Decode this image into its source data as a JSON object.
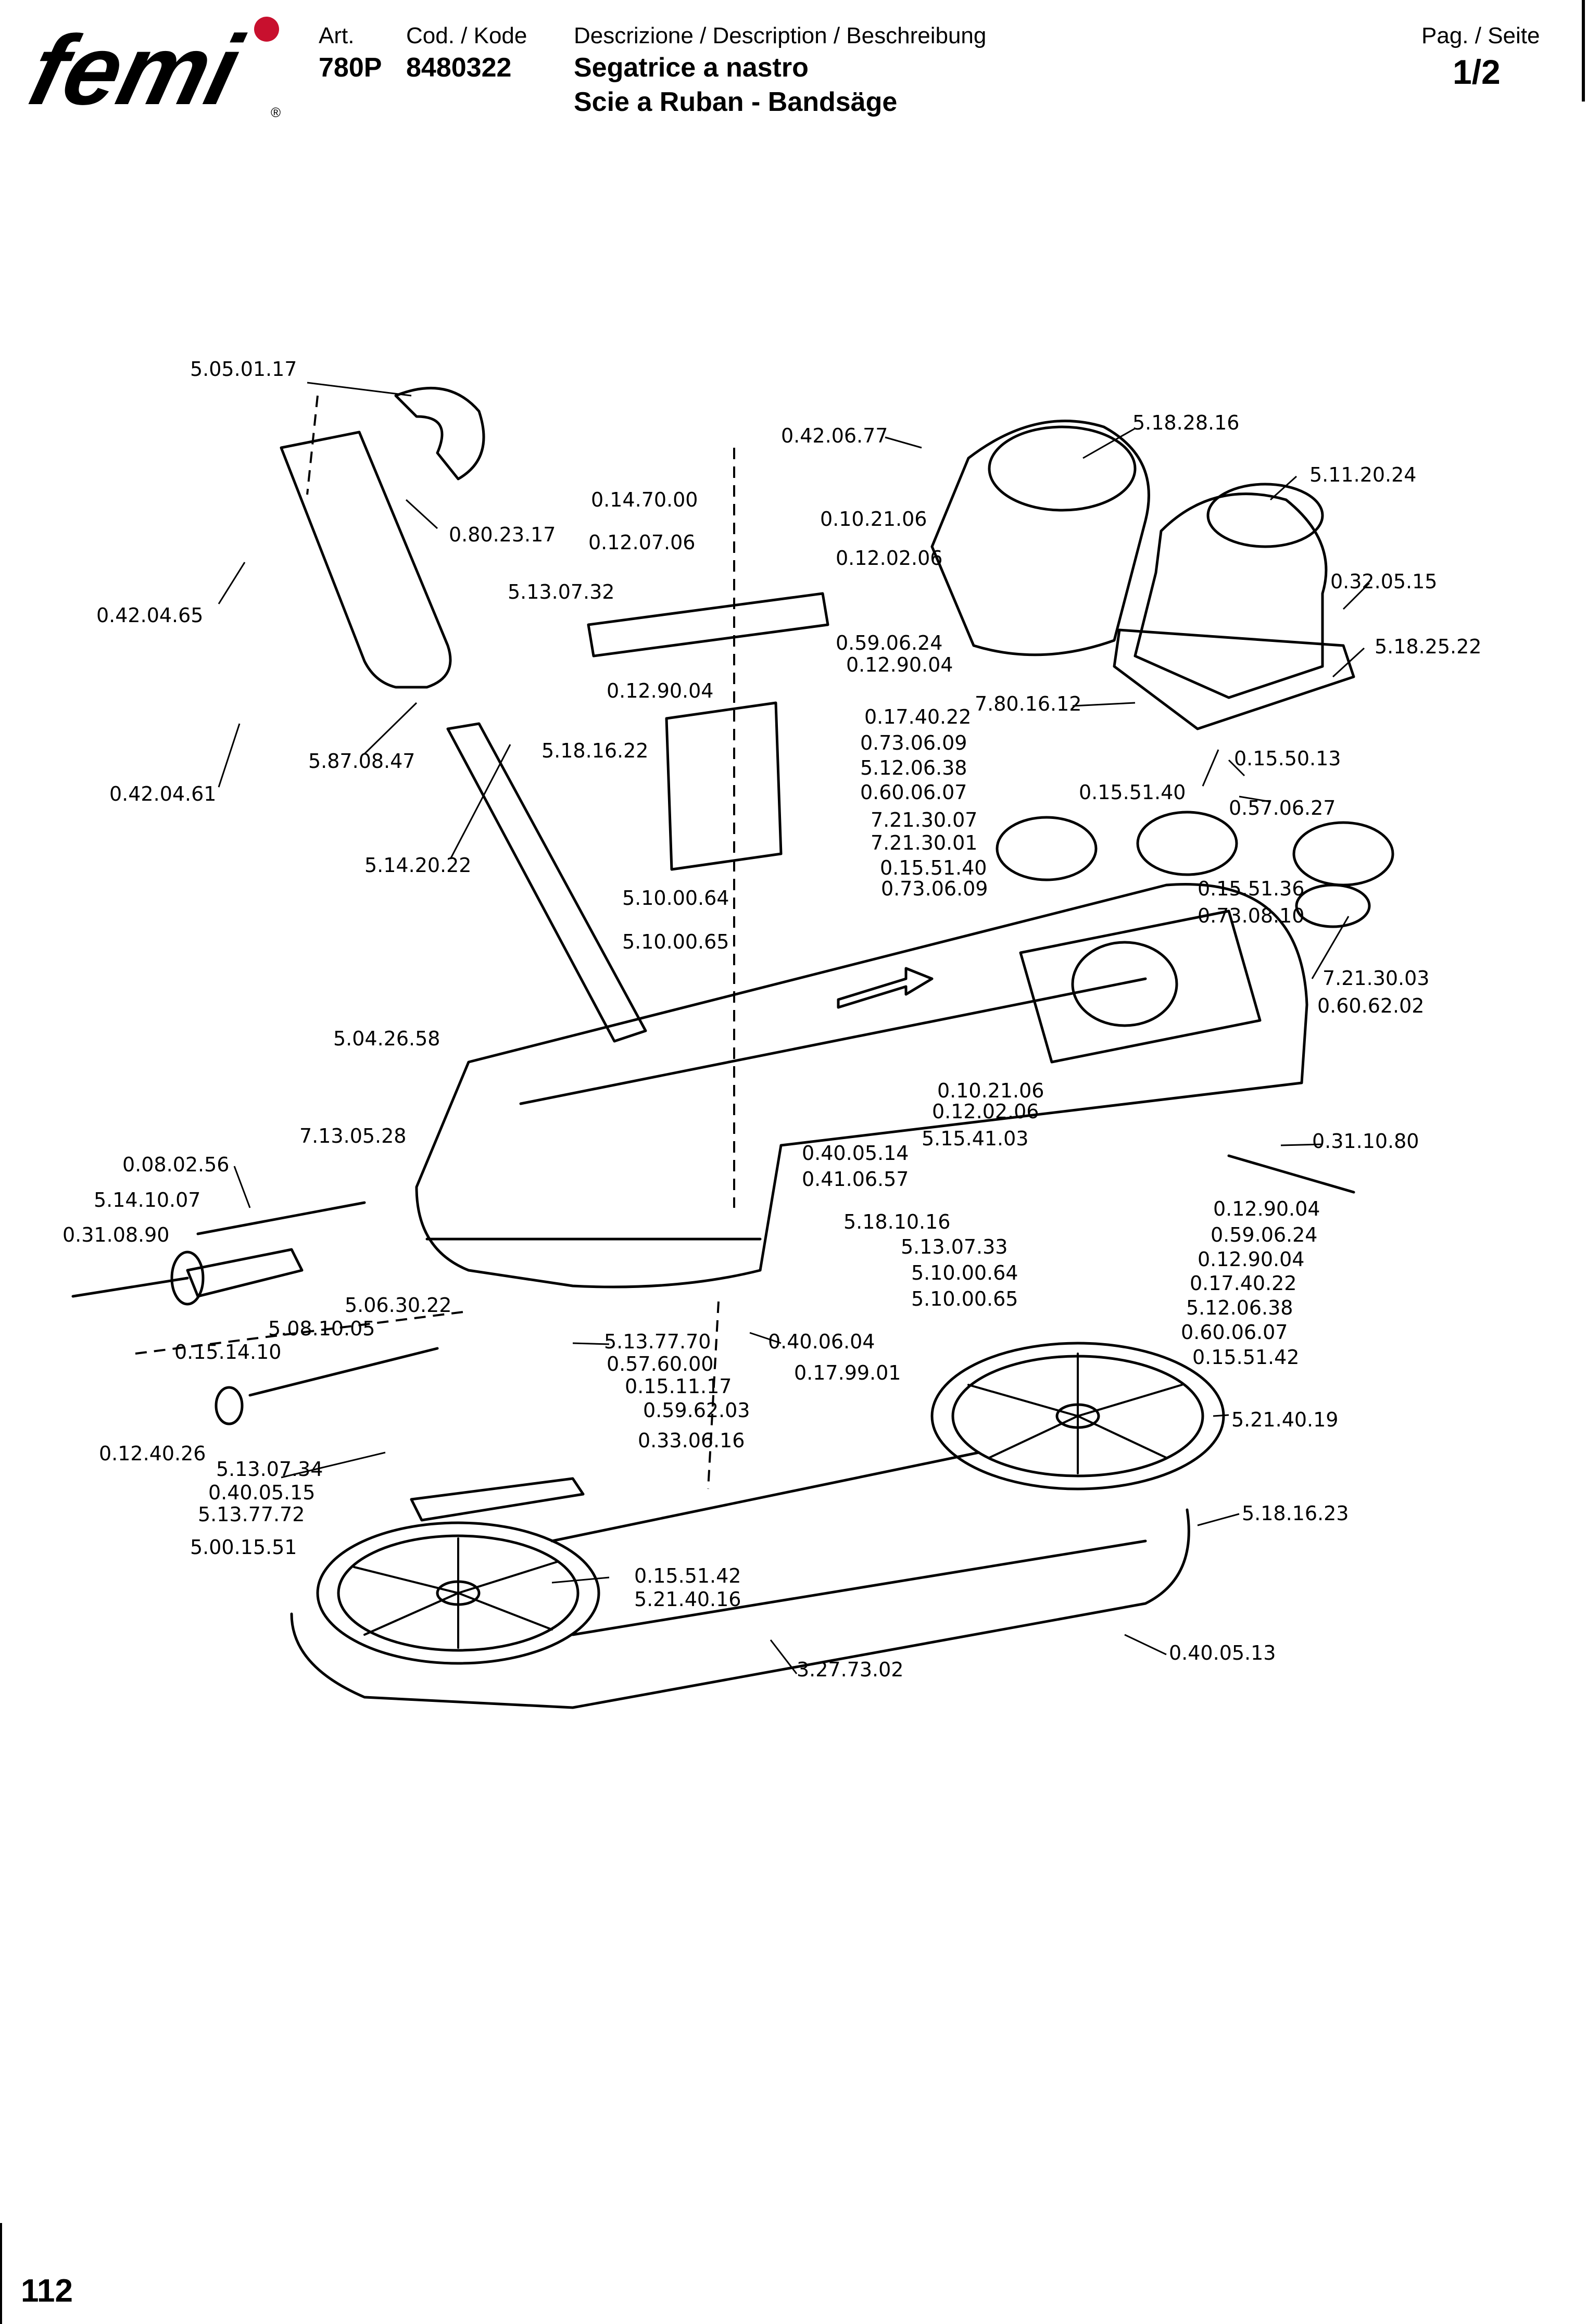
{
  "header": {
    "art_label": "Art.",
    "art_value": "780P",
    "code_label": "Cod. / Kode",
    "code_value": "8480322",
    "description_label": "Descrizione / Description / Beschreibung",
    "title_it": "Segatrice a nastro",
    "title_fr_de": "Scie a Ruban - Bandsäge",
    "page_label": "Pag. / Seite",
    "page_value": "1/2"
  },
  "logo": {
    "text": "femi",
    "registered": "®",
    "dot_color": "#c8102e"
  },
  "footer": {
    "page_number": "112"
  },
  "parts": [
    {
      "id": "p1",
      "label": "5.05.01.17"
    },
    {
      "id": "p2",
      "label": "0.80.23.17"
    },
    {
      "id": "p3",
      "label": "0.42.04.65"
    },
    {
      "id": "p4",
      "label": "5.87.08.47"
    },
    {
      "id": "p5",
      "label": "0.42.04.61"
    },
    {
      "id": "p6",
      "label": "5.14.20.22"
    },
    {
      "id": "p7",
      "label": "0.14.70.00"
    },
    {
      "id": "p8",
      "label": "0.12.07.06"
    },
    {
      "id": "p9",
      "label": "5.13.07.32"
    },
    {
      "id": "p10",
      "label": "0.12.90.04"
    },
    {
      "id": "p11",
      "label": "5.18.16.22"
    },
    {
      "id": "p12",
      "label": "0.10.21.06"
    },
    {
      "id": "p13",
      "label": "0.12.02.06"
    },
    {
      "id": "p14",
      "label": "0.59.06.24"
    },
    {
      "id": "p15",
      "label": "0.12.90.04"
    },
    {
      "id": "p16",
      "label": "0.17.40.22"
    },
    {
      "id": "p17",
      "label": "0.73.06.09"
    },
    {
      "id": "p18",
      "label": "5.12.06.38"
    },
    {
      "id": "p19",
      "label": "0.60.06.07"
    },
    {
      "id": "p20",
      "label": "7.21.30.07"
    },
    {
      "id": "p21",
      "label": "7.21.30.01"
    },
    {
      "id": "p22",
      "label": "0.15.51.40"
    },
    {
      "id": "p23",
      "label": "0.73.06.09"
    },
    {
      "id": "p24",
      "label": "5.10.00.64"
    },
    {
      "id": "p25",
      "label": "5.10.00.65"
    },
    {
      "id": "p26",
      "label": "0.42.06.77"
    },
    {
      "id": "p27",
      "label": "5.18.28.16"
    },
    {
      "id": "p28",
      "label": "5.11.20.24"
    },
    {
      "id": "p29",
      "label": "0.32.05.15"
    },
    {
      "id": "p30",
      "label": "5.18.25.22"
    },
    {
      "id": "p31",
      "label": "7.80.16.12"
    },
    {
      "id": "p32",
      "label": "0.15.51.40"
    },
    {
      "id": "p33",
      "label": "0.15.50.13"
    },
    {
      "id": "p34",
      "label": "0.57.06.27"
    },
    {
      "id": "p35",
      "label": "0.15.51.36"
    },
    {
      "id": "p36",
      "label": "0.73.08.10"
    },
    {
      "id": "p37",
      "label": "7.21.30.03"
    },
    {
      "id": "p38",
      "label": "0.60.62.02"
    },
    {
      "id": "p39",
      "label": "5.04.26.58"
    },
    {
      "id": "p40",
      "label": "7.13.05.28"
    },
    {
      "id": "p41",
      "label": "0.08.02.56"
    },
    {
      "id": "p42",
      "label": "5.14.10.07"
    },
    {
      "id": "p43",
      "label": "0.31.08.90"
    },
    {
      "id": "p44",
      "label": "0.10.21.06"
    },
    {
      "id": "p45",
      "label": "0.12.02.06"
    },
    {
      "id": "p46",
      "label": "5.15.41.03"
    },
    {
      "id": "p47",
      "label": "0.40.05.14"
    },
    {
      "id": "p48",
      "label": "0.41.06.57"
    },
    {
      "id": "p49",
      "label": "0.31.10.80"
    },
    {
      "id": "p50",
      "label": "5.18.10.16"
    },
    {
      "id": "p51",
      "label": "5.13.07.33"
    },
    {
      "id": "p52",
      "label": "5.10.00.64"
    },
    {
      "id": "p53",
      "label": "5.10.00.65"
    },
    {
      "id": "p54",
      "label": "0.12.90.04"
    },
    {
      "id": "p55",
      "label": "0.59.06.24"
    },
    {
      "id": "p56",
      "label": "0.12.90.04"
    },
    {
      "id": "p57",
      "label": "0.17.40.22"
    },
    {
      "id": "p58",
      "label": "5.12.06.38"
    },
    {
      "id": "p59",
      "label": "0.60.06.07"
    },
    {
      "id": "p60",
      "label": "0.15.51.42"
    },
    {
      "id": "p61",
      "label": "5.06.30.22"
    },
    {
      "id": "p62",
      "label": "5.08.10.05"
    },
    {
      "id": "p63",
      "label": "0.15.14.10"
    },
    {
      "id": "p64",
      "label": "0.12.40.26"
    },
    {
      "id": "p65",
      "label": "5.13.77.70"
    },
    {
      "id": "p66",
      "label": "0.57.60.00"
    },
    {
      "id": "p67",
      "label": "0.15.11.17"
    },
    {
      "id": "p68",
      "label": "0.59.62.03"
    },
    {
      "id": "p69",
      "label": "0.33.06.16"
    },
    {
      "id": "p70",
      "label": "0.40.06.04"
    },
    {
      "id": "p71",
      "label": "0.17.99.01"
    },
    {
      "id": "p72",
      "label": "5.21.40.19"
    },
    {
      "id": "p73",
      "label": "5.13.07.34"
    },
    {
      "id": "p74",
      "label": "0.40.05.15"
    },
    {
      "id": "p75",
      "label": "5.13.77.72"
    },
    {
      "id": "p76",
      "label": "5.00.15.51"
    },
    {
      "id": "p77",
      "label": "0.15.51.42"
    },
    {
      "id": "p78",
      "label": "5.21.40.16"
    },
    {
      "id": "p79",
      "label": "5.18.16.23"
    },
    {
      "id": "p80",
      "label": "3.27.73.02"
    },
    {
      "id": "p81",
      "label": "0.40.05.13"
    }
  ]
}
